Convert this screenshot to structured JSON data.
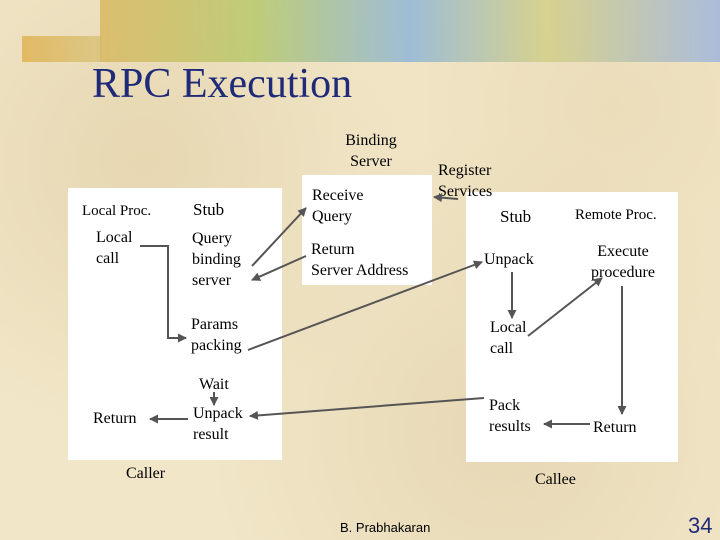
{
  "slide": {
    "title": "RPC Execution",
    "author": "B. Prabhakaran",
    "page_number": "34"
  },
  "diagram": {
    "caller": {
      "caption": "Caller",
      "local_proc": "Local Proc.",
      "local_call": [
        "Local",
        "call"
      ],
      "return": "Return",
      "stub": {
        "title": "Stub",
        "query_binding_server": [
          "Query",
          "binding",
          "server"
        ],
        "params_packing": [
          "Params",
          "packing"
        ],
        "wait": "Wait",
        "unpack_result": [
          "Unpack",
          "result"
        ]
      }
    },
    "binding_server": {
      "title": [
        "Binding",
        "Server"
      ],
      "receive_query": [
        "Receive",
        "Query"
      ],
      "return_server_address": [
        "Return",
        "Server Address"
      ],
      "register_services": [
        "Register",
        "Services"
      ]
    },
    "callee": {
      "caption": "Callee",
      "stub": "Stub",
      "remote_proc": "Remote Proc.",
      "unpack": "Unpack",
      "execute_procedure": [
        "Execute",
        "procedure"
      ],
      "local_call": [
        "Local",
        "call"
      ],
      "pack_results": [
        "Pack",
        "results"
      ],
      "return": "Return"
    }
  }
}
